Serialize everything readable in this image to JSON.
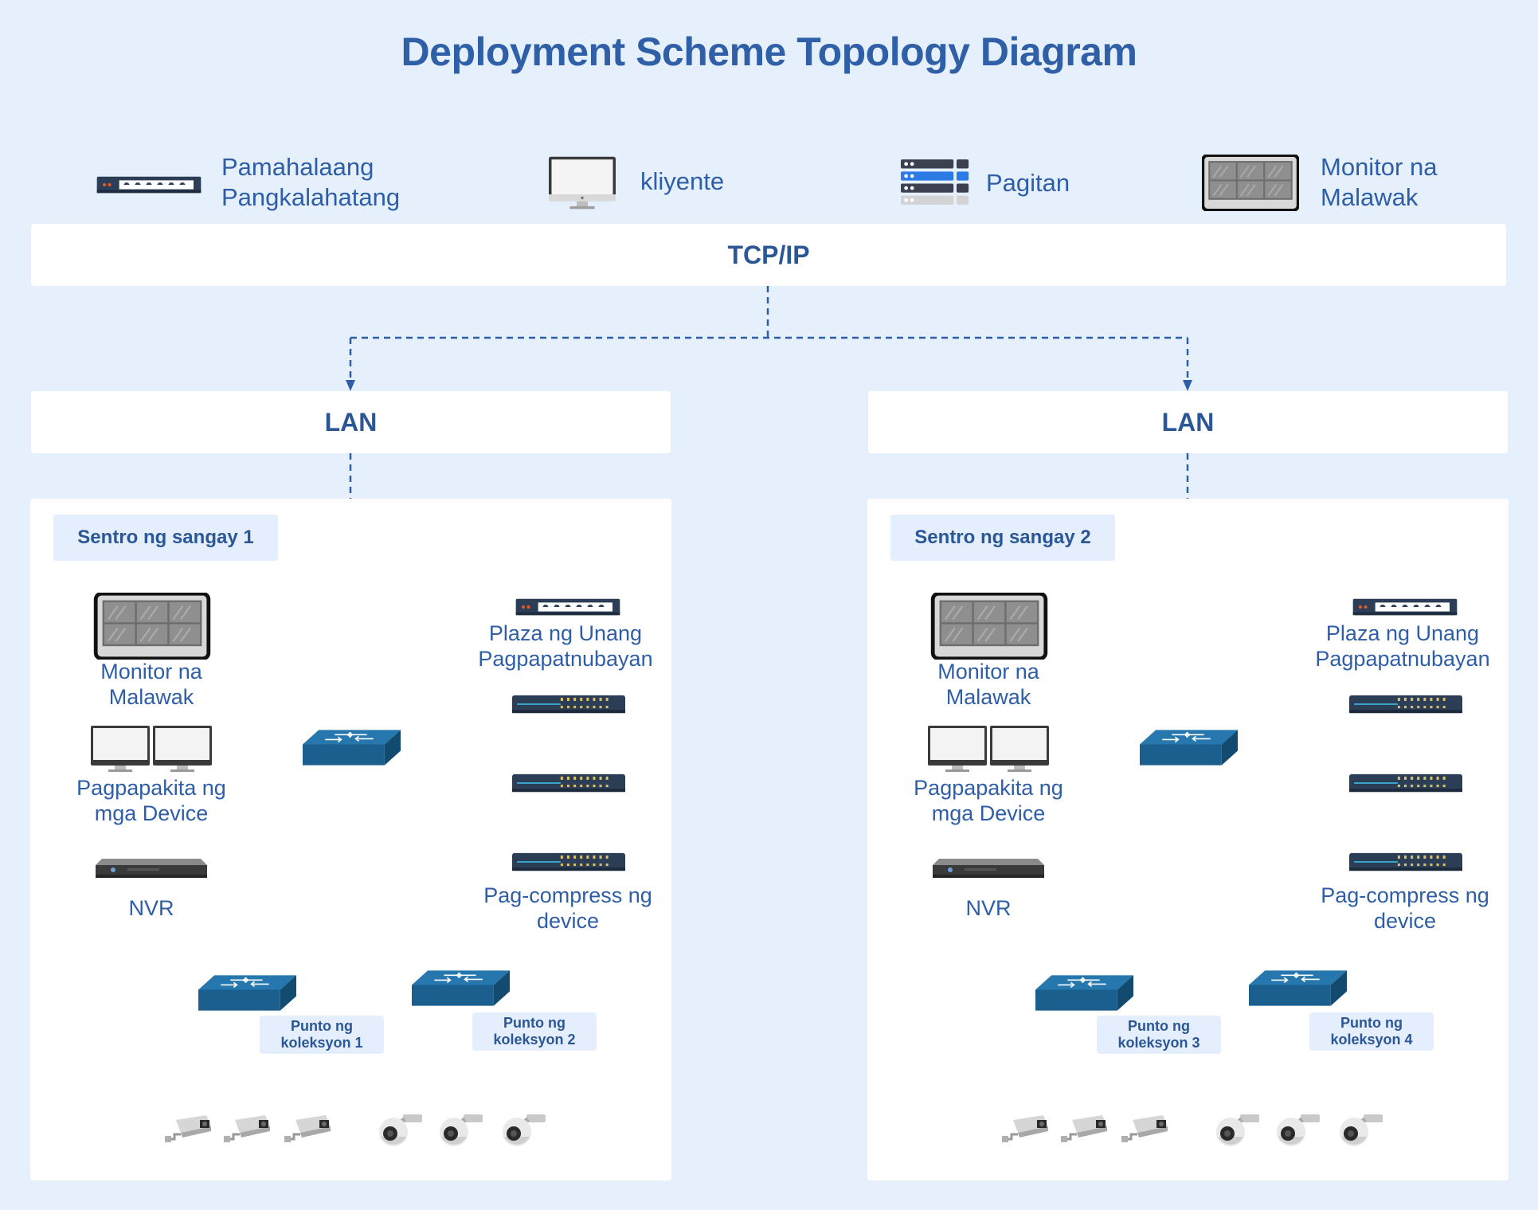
{
  "title": "Deployment Scheme Topology Diagram",
  "legend": [
    {
      "label": "Pamahalaang\nPangkalahatang",
      "icon": "switch-icon"
    },
    {
      "label": "kliyente",
      "icon": "monitor-icon"
    },
    {
      "label": "Pagitan",
      "icon": "server-rack-icon"
    },
    {
      "label": "Monitor na\nMalawak",
      "icon": "video-wall-icon"
    }
  ],
  "tcpip_label": "TCP/IP",
  "branches": [
    {
      "lan_label": "LAN",
      "title": "Sentro ng sangay 1",
      "video_wall": "Monitor na\nMalawak",
      "display": "Pagpapakita ng\nmga Device",
      "nvr": "NVR",
      "plaza": "Plaza ng Unang\nPagpapatnubayan",
      "compress": "Pag-compress ng\ndevice",
      "points": [
        {
          "label": "Punto ng\nkoleksyon 1",
          "camera": "bullet-camera-icon"
        },
        {
          "label": "Punto ng\nkoleksyon 2",
          "camera": "dome-camera-icon"
        }
      ]
    },
    {
      "lan_label": "LAN",
      "title": "Sentro ng sangay 2",
      "video_wall": "Monitor na\nMalawak",
      "display": "Pagpapakita ng\nmga Device",
      "nvr": "NVR",
      "plaza": "Plaza ng Unang\nPagpapatnubayan",
      "compress": "Pag-compress ng\ndevice",
      "points": [
        {
          "label": "Punto ng\nkoleksyon 3",
          "camera": "bullet-camera-icon"
        },
        {
          "label": "Punto ng\nkoleksyon 4",
          "camera": "dome-camera-icon"
        }
      ]
    }
  ],
  "colors": {
    "background": "#e6f0fd",
    "line": "#2f5ea8",
    "switch": "#1a5f8c",
    "device": "#2c3e56"
  }
}
